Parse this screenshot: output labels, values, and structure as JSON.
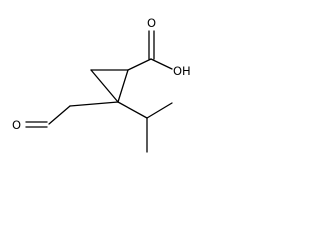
{
  "structure": {
    "atoms": {
      "carboxyl_hydroxyl": "OH",
      "carboxyl_oxygen": "O",
      "aldehyde_oxygen": "O"
    },
    "colors": {
      "ink": "#000000",
      "background": "#ffffff"
    }
  }
}
